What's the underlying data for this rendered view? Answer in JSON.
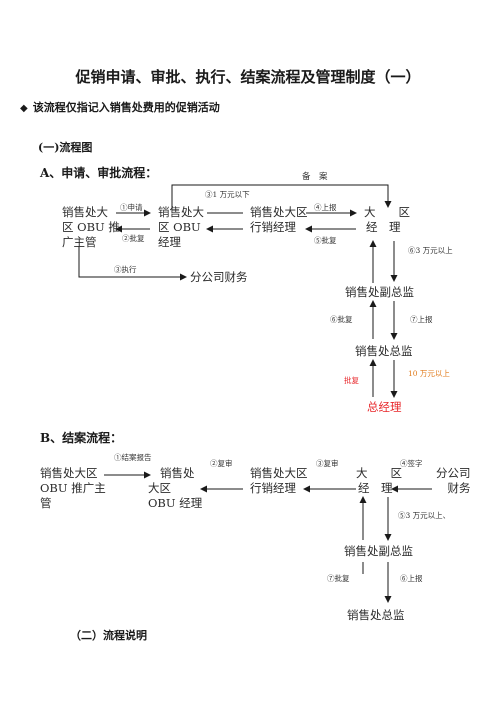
{
  "doc": {
    "title": "促销申请、审批、执行、结案流程及管理制度（一）",
    "note": "该流程仅指记入销售处费用的促销活动",
    "section1": "(一)流程图",
    "section2": "（二）流程说明"
  },
  "flowA": {
    "heading": "A、申请、审批流程：",
    "top_label": "备　案",
    "node_obu": [
      "销售处大",
      "区 OBU 推",
      "广主管"
    ],
    "node_mgr": [
      "销售处大",
      "区 OBU",
      "经理"
    ],
    "node_region_mgr": [
      "销售处大区",
      "行销经理"
    ],
    "node_region": [
      "大　　区",
      "经　理"
    ],
    "node_finance": "分公司财务",
    "node_vp": "销售处副总监",
    "node_dir": "销售处总监",
    "node_gm": "总经理",
    "lbl_apply": "①申请",
    "lbl_reply2": "②批复",
    "lbl_under1": "③1 万元以下",
    "lbl_report4": "④上报",
    "lbl_reply5": "⑤批复",
    "lbl_exec": "③执行",
    "lbl_over3": "⑥3 万元以上",
    "lbl_reply6": "⑥批复",
    "lbl_report7": "⑦上报",
    "lbl_over10": "10 万元以上",
    "lbl_reply_red": "批复"
  },
  "flowB": {
    "heading": "B、结案流程：",
    "node_obu": [
      "销售处大区",
      "OBU 推广主",
      "管"
    ],
    "node_mgr": [
      "销售处",
      "大区",
      "OBU 经理"
    ],
    "node_region_mgr": [
      "销售处大区",
      "行销经理"
    ],
    "node_region": [
      "大　　区",
      "经　理"
    ],
    "node_finance": [
      "分公司",
      "财务"
    ],
    "node_vp": "销售处副总监",
    "node_dir": "销售处总监",
    "lbl_report": "①结案报告",
    "lbl_review2": "②复审",
    "lbl_review3": "③复审",
    "lbl_sign": "④签字",
    "lbl_over3": "⑤3 万元以上、",
    "lbl_reply7": "⑦批复",
    "lbl_report6": "⑥上报"
  },
  "colors": {
    "red": "#e8272b",
    "orange": "#e07b1c",
    "text": "#1a1a1a"
  }
}
